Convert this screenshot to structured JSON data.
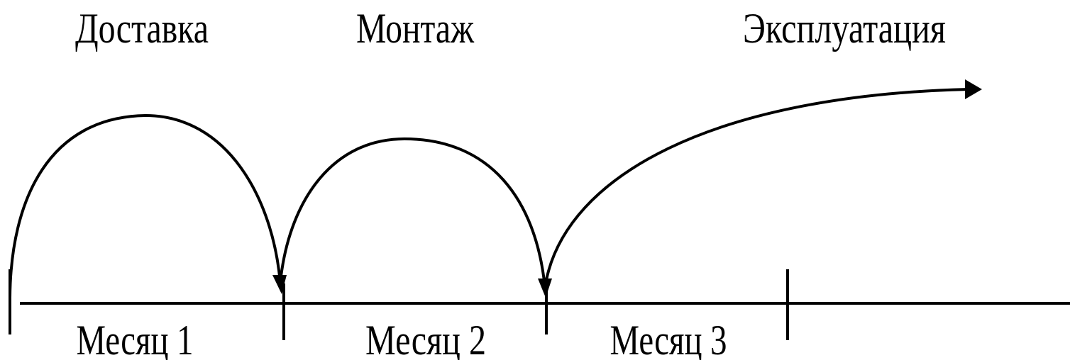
{
  "stages": [
    {
      "label": "Доставка"
    },
    {
      "label": "Монтаж"
    },
    {
      "label": "Эксплуатация"
    }
  ],
  "timeline": {
    "months": [
      {
        "label": "Месяц 1"
      },
      {
        "label": "Месяц 2"
      },
      {
        "label": "Месяц 3"
      }
    ]
  },
  "colors": {
    "stroke": "#000000",
    "background": "#ffffff"
  }
}
